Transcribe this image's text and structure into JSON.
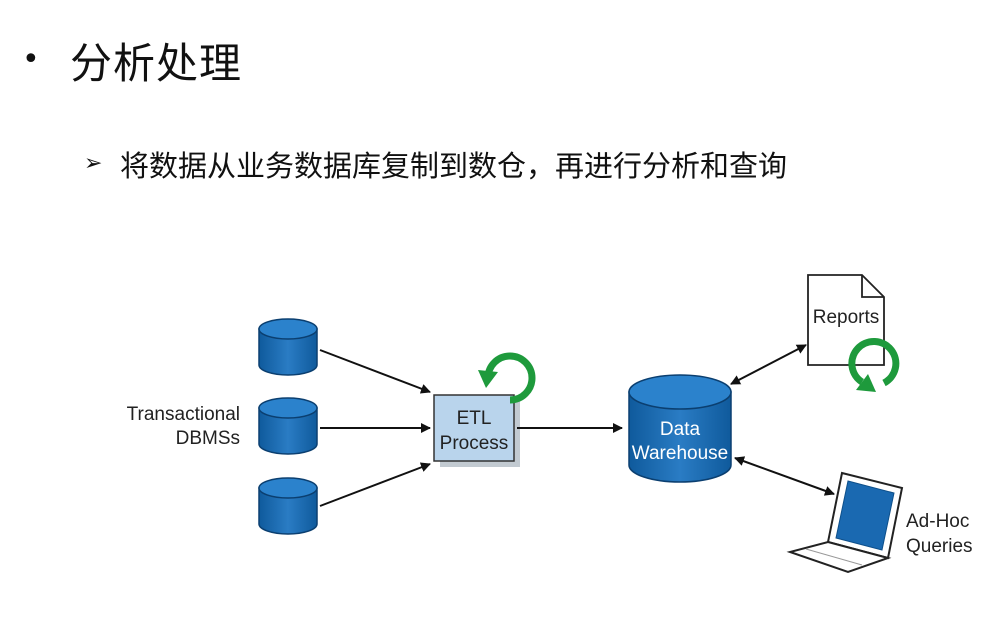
{
  "slide": {
    "bullet": "•",
    "title": "分析处理",
    "sub_marker": "➢",
    "subtitle": "将数据从业务数据库复制到数仓，再进行分析和查询"
  },
  "diagram": {
    "transactional": {
      "label_line1": "Transactional",
      "label_line2": "DBMSs"
    },
    "etl": {
      "label_line1": "ETL",
      "label_line2": "Process"
    },
    "warehouse": {
      "label_line1": "Data",
      "label_line2": "Warehouse"
    },
    "reports": {
      "label": "Reports"
    },
    "adhoc": {
      "label_line1": "Ad-Hoc",
      "label_line2": "Queries"
    },
    "colors": {
      "db_blue": "#1a69b1",
      "db_dark": "#0d4f8a",
      "etl_box": "#b9d4ec",
      "refresh_green": "#1e9a3c",
      "arrow": "#111111"
    },
    "icons": [
      "database-icon",
      "refresh-icon",
      "document-icon",
      "laptop-icon"
    ]
  }
}
